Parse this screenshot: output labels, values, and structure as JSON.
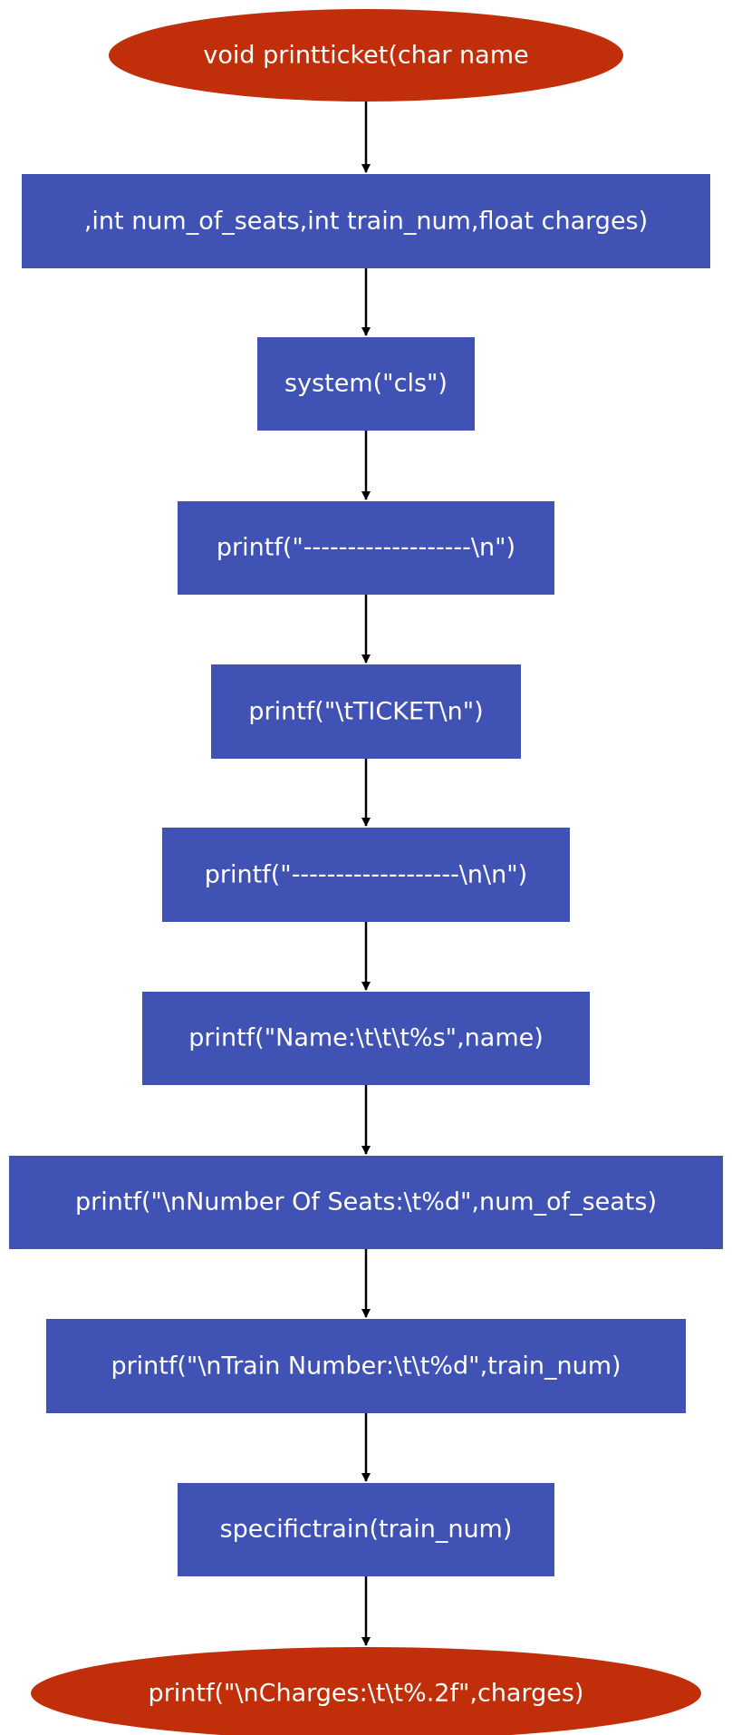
{
  "colors": {
    "terminal": "#c12f0a",
    "process": "#4152b5",
    "text": "#ffffff",
    "arrow": "#000000"
  },
  "nodes": [
    {
      "shape": "ellipse",
      "text": "void printticket(char name"
    },
    {
      "shape": "rect",
      "text": ",int num_of_seats,int train_num,float charges)"
    },
    {
      "shape": "rect",
      "text": "system(\"cls\")"
    },
    {
      "shape": "rect",
      "text": "printf(\"-------------------\\n\")"
    },
    {
      "shape": "rect",
      "text": "printf(\"\\tTICKET\\n\")"
    },
    {
      "shape": "rect",
      "text": "printf(\"-------------------\\n\\n\")"
    },
    {
      "shape": "rect",
      "text": "printf(\"Name:\\t\\t\\t%s\",name)"
    },
    {
      "shape": "rect",
      "text": "printf(\"\\nNumber Of Seats:\\t%d\",num_of_seats)"
    },
    {
      "shape": "rect",
      "text": "printf(\"\\nTrain Number:\\t\\t%d\",train_num)"
    },
    {
      "shape": "rect",
      "text": "specifictrain(train_num)"
    },
    {
      "shape": "ellipse",
      "text": "printf(\"\\nCharges:\\t\\t%.2f\",charges)"
    }
  ]
}
